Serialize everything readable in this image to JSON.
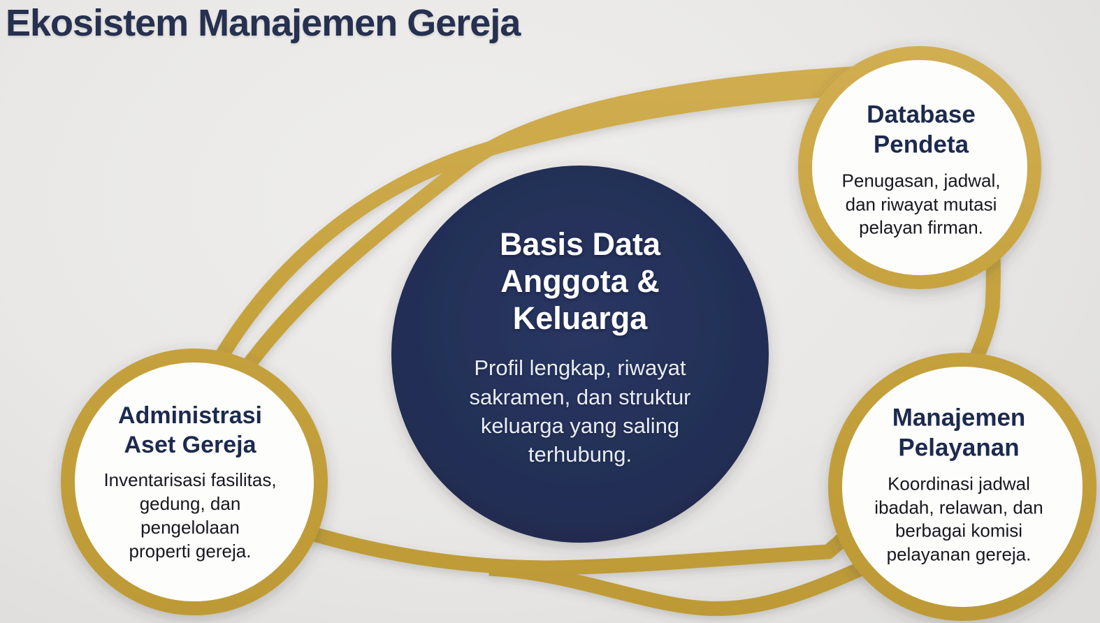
{
  "title": "Ekosistem Manajemen Gereja",
  "colors": {
    "background": "#e9e8e6",
    "gold": "#c6a23e",
    "gold_light": "#d3b055",
    "navy_circle": "#212d52",
    "heading_navy": "#1c2a4d",
    "body_text": "#17171e",
    "circle_fill": "#fdfdfc",
    "center_text": "#ffffff"
  },
  "nodes": {
    "center": {
      "title": "Basis Data Anggota & Keluarga",
      "description": "Profil lengkap, riwayat sakramen, dan struktur keluarga yang saling terhubung.",
      "title_lines": [
        "Basis Data",
        "Anggota &",
        "Keluarga"
      ],
      "desc_lines": [
        "Profil lengkap, riwayat",
        "sakramen, dan struktur",
        "keluarga yang saling",
        "terhubung."
      ]
    },
    "database": {
      "title": "Database Pendeta",
      "description": "Penugasan, jadwal, dan riwayat mutasi pelayan firman.",
      "title_lines": [
        "Database",
        "Pendeta"
      ],
      "desc_lines": [
        "Penugasan, jadwal,",
        "dan riwayat mutasi",
        "pelayan firman."
      ]
    },
    "aset": {
      "title": "Administrasi Aset Gereja",
      "description": "Inventarisasi fasilitas, gedung, dan pengelolaan properti gereja.",
      "title_lines": [
        "Administrasi",
        "Aset Gereja"
      ],
      "desc_lines": [
        "Inventarisasi fasilitas,",
        "gedung, dan",
        "pengelolaan",
        "properti gereja."
      ]
    },
    "pelayanan": {
      "title": "Manajemen Pelayanan",
      "description": "Koordinasi jadwal ibadah, relawan, dan berbagai komisi pelayanan gereja.",
      "title_lines": [
        "Manajemen",
        "Pelayanan"
      ],
      "desc_lines": [
        "Koordinasi jadwal",
        "ibadah, relawan, dan",
        "berbagai komisi",
        "pelayanan gereja."
      ]
    }
  }
}
